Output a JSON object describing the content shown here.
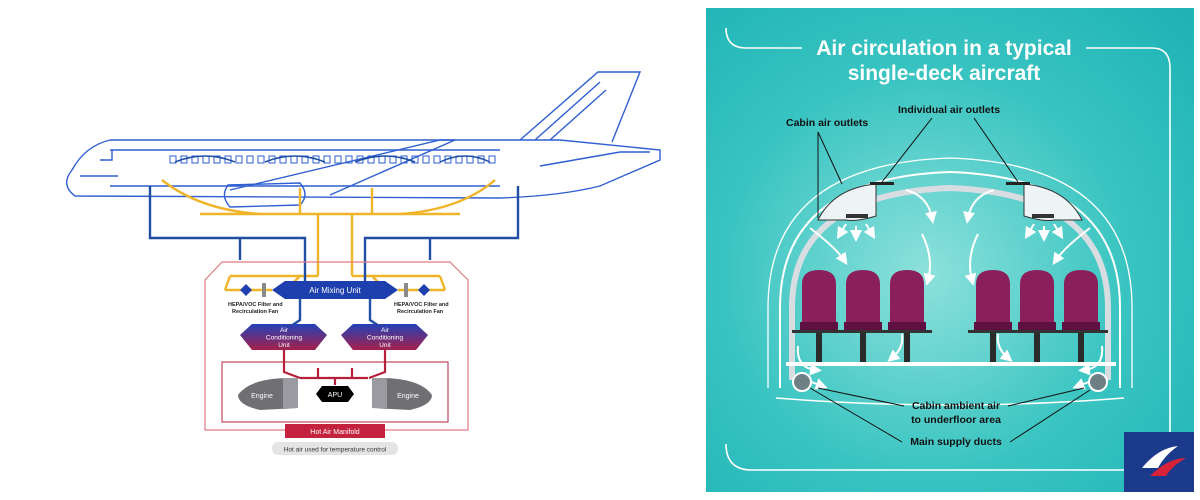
{
  "left_diagram": {
    "labels": {
      "air_mixing_unit": "Air Mixing Unit",
      "hepa_left_line1": "HEPA/VOC Filter and",
      "hepa_left_line2": "Recirculation Fan",
      "hepa_right_line1": "HEPA/VOC Filter and",
      "hepa_right_line2": "Recirculation Fan",
      "ac_left_line1": "Air",
      "ac_left_line2": "Conditioning",
      "ac_left_line3": "Unit",
      "ac_right_line1": "Air",
      "ac_right_line2": "Conditioning",
      "ac_right_line3": "Unit",
      "engine_left": "Engine",
      "engine_right": "Engine",
      "apu": "APU",
      "hot_air_manifold": "Hot Air Manifold",
      "hot_air_note": "Hot air used for temperature control"
    },
    "colors": {
      "aircraft_outline": "#2f5fd0",
      "recirculated_air": "#f0b429",
      "fresh_air": "#1f4ea3",
      "hot_air": "#b51f3a",
      "enclosure": "#e07a85",
      "unit_fill": "#1e3fae"
    }
  },
  "right_infographic": {
    "title_line1": "Air circulation in a typical",
    "title_line2": "single-deck aircraft",
    "callouts": {
      "cabin_air_outlets": "Cabin air outlets",
      "individual_air_outlets": "Individual air outlets",
      "cabin_ambient_line1": "Cabin ambient air",
      "cabin_ambient_line2": "to underfloor area",
      "main_supply_ducts": "Main supply ducts"
    },
    "logo_icon": "malaysia-airlines-logo",
    "colors": {
      "background": "#2bbcbc",
      "seat": "#8a1f5c",
      "seat_dark": "#5e1140",
      "text": "#ffffff",
      "logo_bg": "#1b3a8c"
    }
  }
}
